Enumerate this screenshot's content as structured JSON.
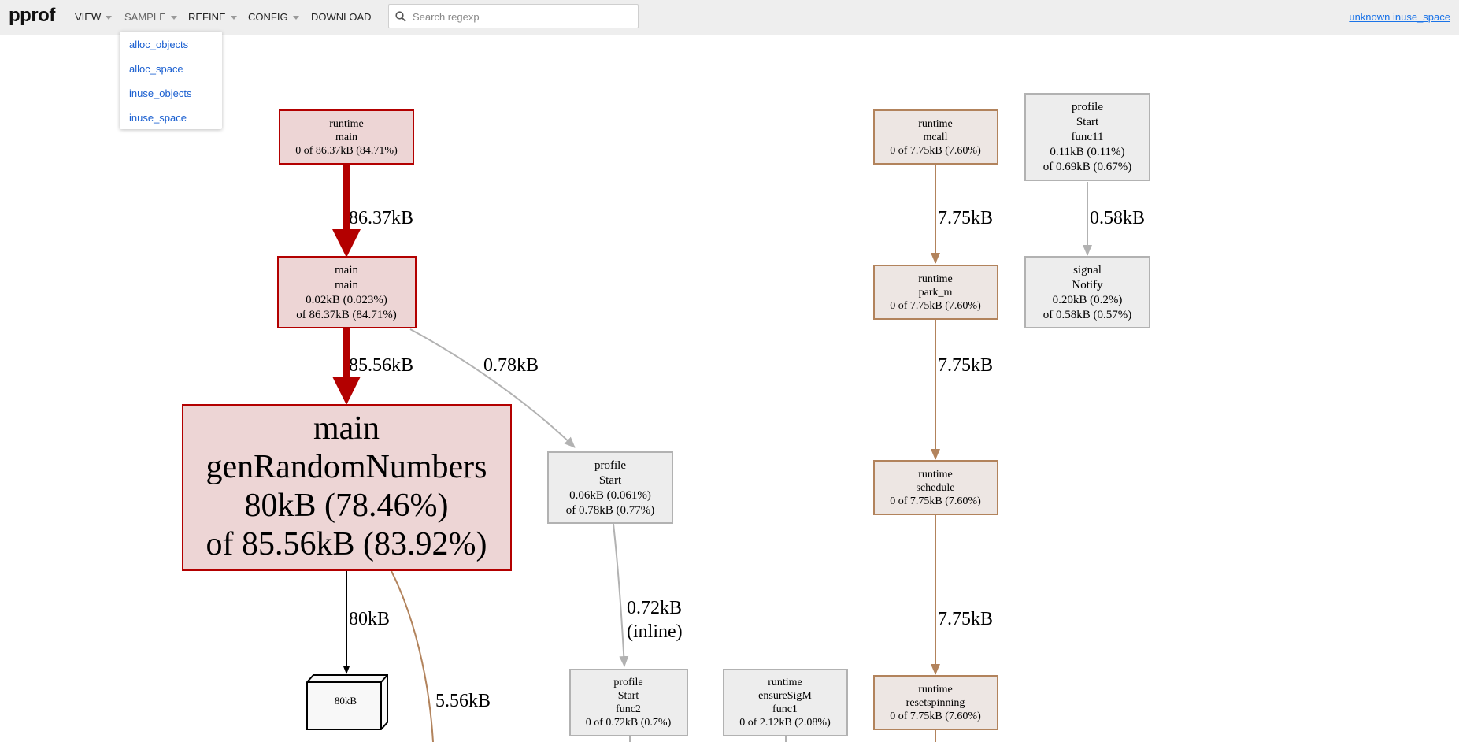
{
  "app": {
    "brand": "pprof",
    "menus": [
      "VIEW",
      "SAMPLE",
      "REFINE",
      "CONFIG",
      "DOWNLOAD"
    ],
    "search": {
      "placeholder": "Search regexp",
      "value": ""
    },
    "profile_link": "unknown inuse_space"
  },
  "sample_dropdown": {
    "items": [
      "alloc_objects",
      "alloc_space",
      "inuse_objects",
      "inuse_space"
    ]
  },
  "colors": {
    "hot_red": "#b30000",
    "hot_fill": "#edd5d5",
    "warm_brown": "#b2835c",
    "warm_fill": "#ede6e3",
    "cold_gray": "#b2b2b2",
    "cold_fill": "#ededed"
  },
  "graph": {
    "nodes": {
      "runtime_main": [
        "runtime",
        "main",
        "0 of 86.37kB (84.71%)"
      ],
      "main_main": [
        "main",
        "main",
        "0.02kB (0.023%)",
        "of 86.37kB (84.71%)"
      ],
      "gen_random": [
        "main",
        "genRandomNumbers",
        "80kB (78.46%)",
        "of 85.56kB (83.92%)"
      ],
      "alloc_80kb": "80kB",
      "profile_start": [
        "profile",
        "Start",
        "0.06kB (0.061%)",
        "of 0.78kB (0.77%)"
      ],
      "profile_func2": [
        "profile",
        "Start",
        "func2",
        "0 of 0.72kB (0.7%)"
      ],
      "ensure_sigm": [
        "runtime",
        "ensureSigM",
        "func1",
        "0 of 2.12kB (2.08%)"
      ],
      "runtime_mcall": [
        "runtime",
        "mcall",
        "0 of 7.75kB (7.60%)"
      ],
      "runtime_park_m": [
        "runtime",
        "park_m",
        "0 of 7.75kB (7.60%)"
      ],
      "runtime_schedule": [
        "runtime",
        "schedule",
        "0 of 7.75kB (7.60%)"
      ],
      "runtime_resetspinning": [
        "runtime",
        "resetspinning",
        "0 of 7.75kB (7.60%)"
      ],
      "profile_func11": [
        "profile",
        "Start",
        "func11",
        "0.11kB (0.11%)",
        "of 0.69kB (0.67%)"
      ],
      "signal_notify": [
        "signal",
        "Notify",
        "0.20kB (0.2%)",
        "of 0.58kB (0.57%)"
      ]
    },
    "edges": {
      "rt_main_to_main": "86.37kB",
      "main_to_gen": "85.56kB",
      "main_to_profile": "0.78kB",
      "gen_to_alloc": "80kB",
      "gen_to_offscreen": "5.56kB",
      "profile_to_func2": [
        "0.72kB",
        "(inline)"
      ],
      "mcall_to_park": "7.75kB",
      "park_to_schedule": "7.75kB",
      "schedule_to_reset": "7.75kB",
      "func11_to_notify": "0.58kB"
    }
  }
}
